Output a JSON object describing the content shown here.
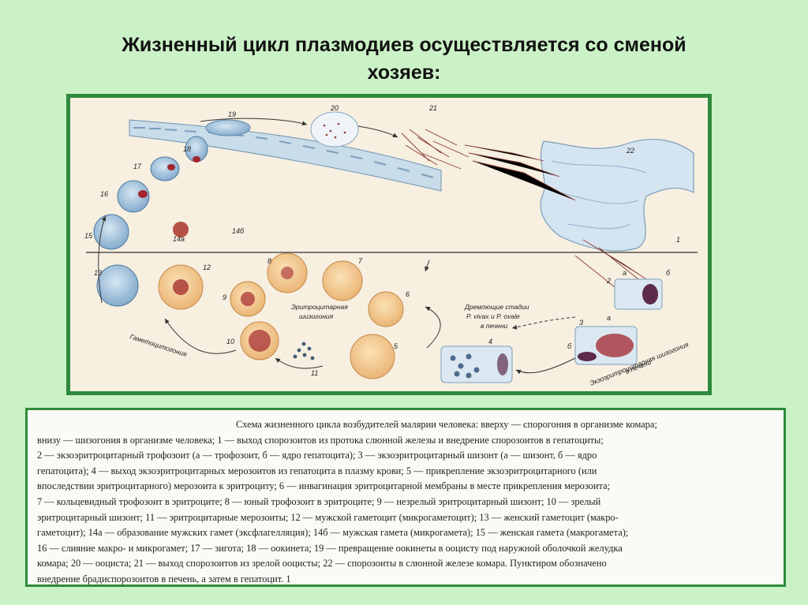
{
  "slide": {
    "title_line1": "Жизненный цикл плазмодиев осуществляется со сменой",
    "title_line2": "хозяев:"
  },
  "figure": {
    "stage_numbers": [
      "1",
      "2",
      "3",
      "4",
      "5",
      "6",
      "7",
      "8",
      "9",
      "10",
      "11",
      "12",
      "13",
      "14a",
      "14б",
      "15",
      "16",
      "17",
      "18",
      "19",
      "20",
      "21",
      "22"
    ],
    "sublabels": {
      "a": "а",
      "b": "б"
    },
    "dormant_line1": "Дремлющие стадии",
    "dormant_line2": "P. vivax и P. ovale",
    "dormant_line3": "в печени",
    "erythro_line1": "Эритроцитарная",
    "erythro_line2": "шизогония",
    "gametocytogony": "Гаметоцитогония",
    "exoerythro_line1": "Экзоэритроцитарная шизогония",
    "exoerythro_line2": "в печени"
  },
  "caption": {
    "lines": [
      "Схема жизненного цикла возбудителей малярии человека: вверху — спорогония в организме комара;",
      "внизу — шизогония в организме человека; 1 — выход спорозоитов из протока слюнной железы и внедрение спорозоитов в гепатоциты;",
      "2 — экзоэритроцитарный трофозоит (а — трофозоит, б — ядро гепатоцита); 3 — экзоэритроцитарный шизонт (а — шизонт, б — ядро",
      "гепатоцита); 4 — выход экзоэритроцитарных мерозоитов из гепатоцита в плазму крови; 5 — прикрепление экзоэритроцитарного (или",
      "впоследствии эритроцитарного) мерозоита к эритроциту; 6 — инвагинация эритроцитарной мембраны в месте прикрепления мерозоита;",
      "7 — кольцевидный трофозоит в эритроците; 8 — юный трофозоит в эритроците; 9 — незрелый эритроцитарный шизонт; 10 — зрелый",
      "эритроцитарный шизонт; 11 — эритроцитарные мерозоиты; 12 — мужской гаметоцит (микрогаметоцит); 13 — женский гаметоцит (макро-",
      "гаметоцит); 14а — образование мужских гамет (эксфлагелляция); 14б — мужская гамета (микрогамета); 15 — женская гамета (макрогамета);",
      "16 — слияние макро- и микрогамет; 17 — зигота; 18 — оокинета; 19 — превращение оокинеты в ооцисту под наружной оболочкой желудка",
      "комара; 20 — ооциста; 21 — выход спорозоитов из зрелой ооцисты; 22 — спорозоиты в слюнной железе комара. Пунктиром обозначено",
      "внедрение брадиспорозоитов в печень, а затем в гепатоцит. 1"
    ]
  },
  "colors": {
    "background": "#cbf1c6",
    "frame_border": "#2f8a3c",
    "paper": "#f7efe0",
    "mosquito_blue": "#b9d3e6",
    "erythrocyte": "#f2c78c",
    "parasite_red": "#a3262e"
  }
}
